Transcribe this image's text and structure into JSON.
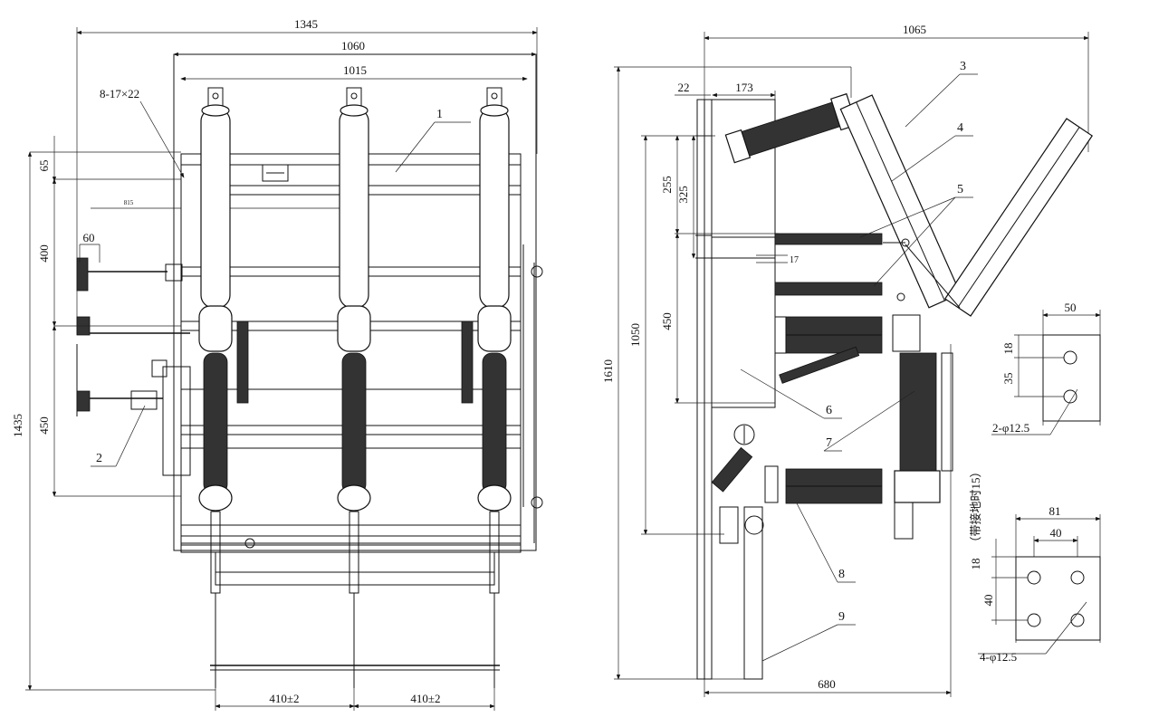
{
  "front_view": {
    "dims": {
      "width_1345": "1345",
      "width_1060": "1060",
      "width_1015": "1015",
      "holes": "8-17×22",
      "small_815": "815",
      "h_65": "65",
      "h_60": "60",
      "h_400": "400",
      "h_450": "450",
      "h_1435": "1435",
      "pitch_left": "410±2",
      "pitch_right": "410±2"
    },
    "labels": {
      "part_1": "1",
      "part_2": "2"
    }
  },
  "side_view": {
    "dims": {
      "width_1065": "1065",
      "d_22": "22",
      "d_173": "173",
      "h_255": "255",
      "h_325": "325",
      "h_17": "17",
      "h_450": "450",
      "h_1050": "1050",
      "h_1610": "1610",
      "width_680": "680"
    },
    "labels": {
      "part_3": "3",
      "part_4": "4",
      "part_5": "5",
      "part_6": "6",
      "part_7": "7",
      "part_8": "8",
      "part_9": "9"
    }
  },
  "terminal_a": {
    "w": "50",
    "h1": "18",
    "h2": "35",
    "holes": "2-φ12.5"
  },
  "terminal_b": {
    "w_outer": "81",
    "w_inner": "40",
    "h1": "18",
    "h2": "40",
    "note": "（带接地时15）",
    "holes": "4-φ12.5"
  }
}
